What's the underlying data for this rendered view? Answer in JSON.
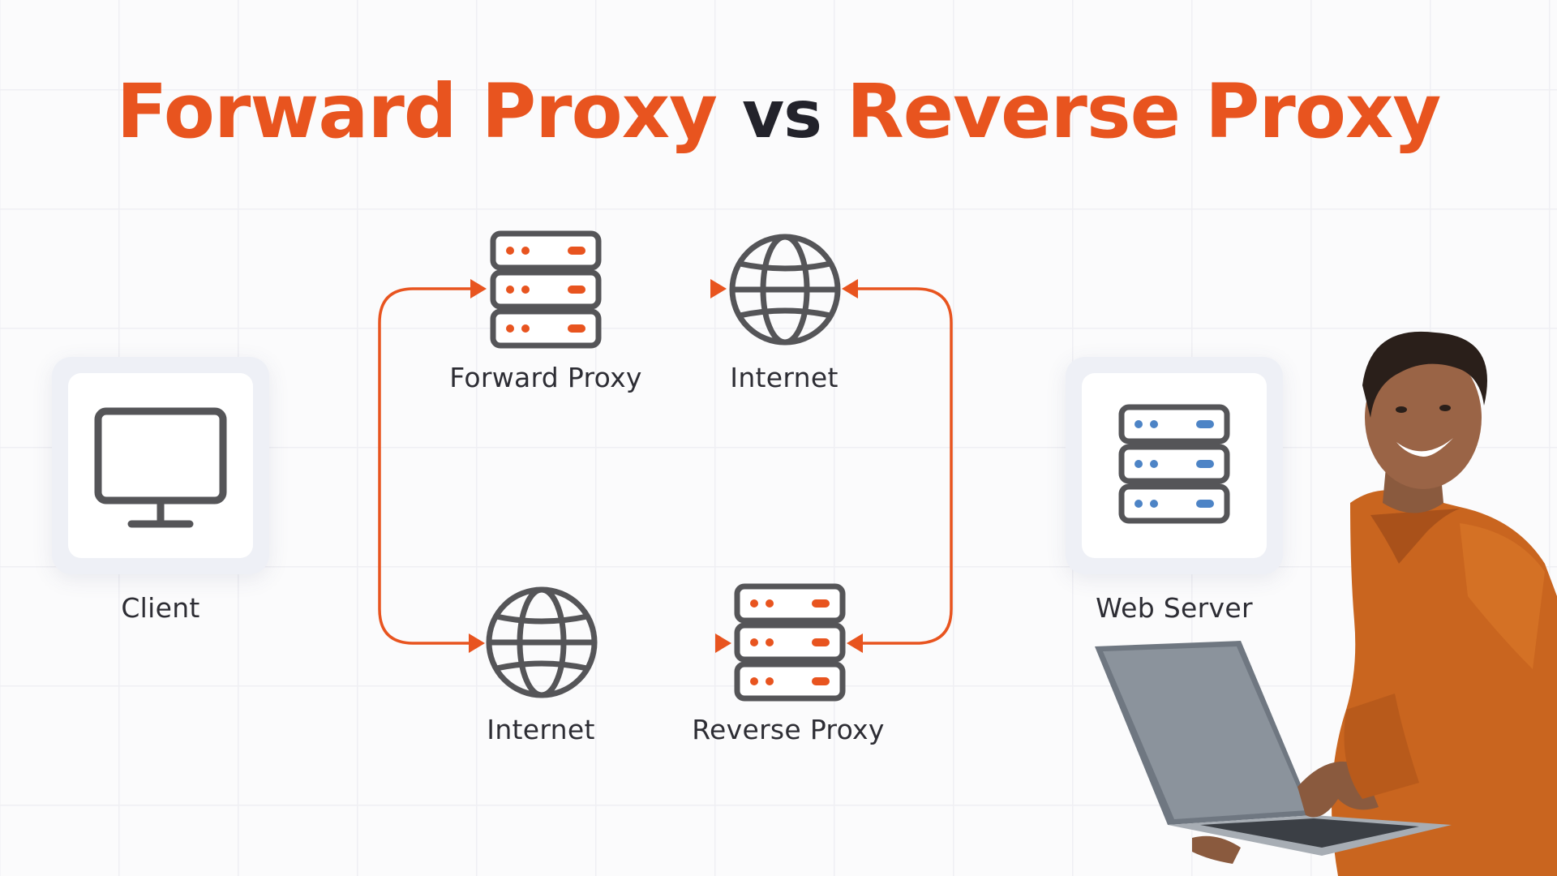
{
  "title": {
    "part1": "Forward Proxy",
    "part2": "vs",
    "part3": "Reverse Proxy"
  },
  "colors": {
    "accent": "#e8541f",
    "dark": "#23232b",
    "icon_gray": "#555558",
    "server_blue": "#4d84c6",
    "card_bg": "#eef0f6"
  },
  "nodes": {
    "client": {
      "label": "Client",
      "icon": "monitor-icon"
    },
    "forward_proxy": {
      "label": "Forward Proxy",
      "icon": "server-icon"
    },
    "internet_top": {
      "label": "Internet",
      "icon": "globe-icon"
    },
    "internet_bottom": {
      "label": "Internet",
      "icon": "globe-icon"
    },
    "reverse_proxy": {
      "label": "Reverse Proxy",
      "icon": "server-icon"
    },
    "web_server": {
      "label": "Web Server",
      "icon": "server-icon"
    }
  },
  "photo": {
    "subject": "smiling man in orange shirt holding a laptop"
  }
}
